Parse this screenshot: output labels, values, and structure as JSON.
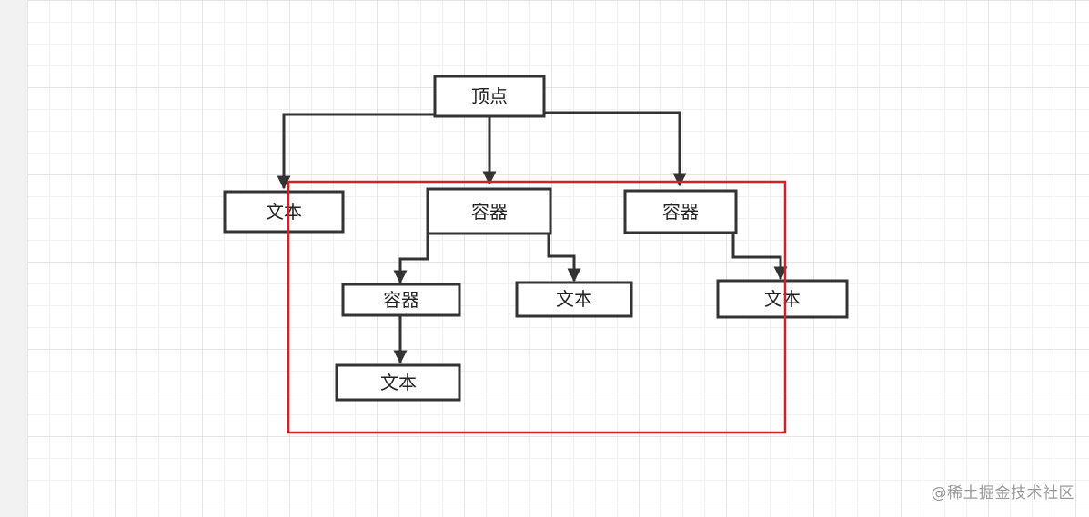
{
  "diagram": {
    "nodes": {
      "root": "顶点",
      "text_left": "文本",
      "container_mid": "容器",
      "container_right": "容器",
      "container_sub": "容器",
      "text_mid": "文本",
      "text_right": "文本",
      "text_bottom": "文本"
    }
  },
  "colors": {
    "node_border": "#333333",
    "edge": "#333333",
    "highlight": "#d32027"
  },
  "watermark": "@稀土掘金技术社区"
}
